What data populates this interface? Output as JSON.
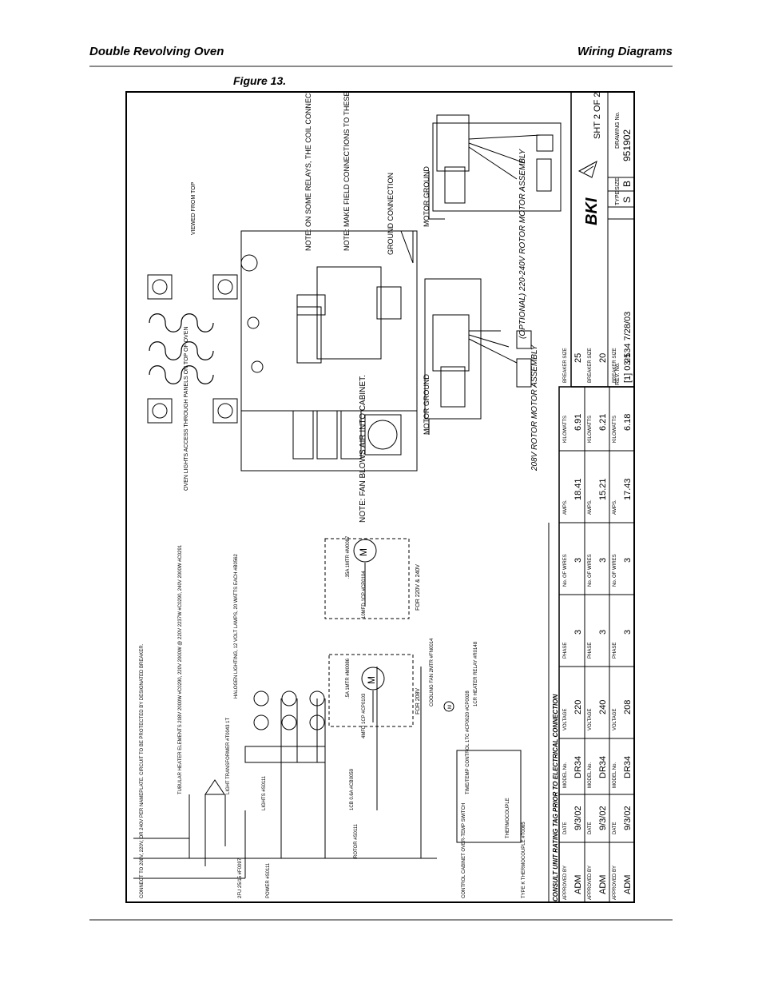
{
  "header": {
    "left_title": "Double Revolving Oven",
    "right_title": "Wiring Diagrams"
  },
  "figure": {
    "caption": "Figure 13."
  },
  "title_block": {
    "sheet": "SHT 2 OF 2",
    "brand": "BKI",
    "type_label": "TYPE",
    "size_label": "SIZE",
    "drawing_label": "DRAWING No.",
    "type_value": "S",
    "size_value": "B",
    "drawing_value": "951902",
    "rev_label": "REV. No.",
    "rev_value": "[1] 03-134 7/28/03"
  },
  "rating_table": {
    "title": "CONSULT UNIT RATING TAG PRIOR TO ELECTRICAL CONNECTION",
    "headers": [
      "APPROVED BY",
      "DATE",
      "MODEL No.",
      "VOLTAGE",
      "PHASE",
      "No. OF WIRES",
      "AMPS.",
      "KILOWATTS",
      "BREAKER SIZE"
    ],
    "rows": [
      [
        "ADM",
        "9/3/02",
        "DR34",
        "220",
        "3",
        "3",
        "18.41",
        "6.91",
        "25"
      ],
      [
        "ADM",
        "9/3/02",
        "DR34",
        "240",
        "3",
        "3",
        "15.21",
        "6.21",
        "20"
      ],
      [
        "ADM",
        "9/3/02",
        "DR34",
        "208",
        "3",
        "3",
        "17.43",
        "6.18",
        "25"
      ]
    ]
  },
  "notes": {
    "connect": "CONNECT TO 208V, 220V, OR 240V PER NAMEPLATE. CIRCUIT TO BE PROTECTED BY DESIGNATED BREAKER.",
    "relays": "NOTE: ON SOME RELAYS, THE COIL CONNECTION MAY BE LOCATED AT THE BOTTOM.",
    "field": "NOTE: MAKE FIELD CONNECTIONS TO THESE TERMINALS.",
    "ground": "GROUND CONNECTION",
    "viewed": "VIEWED FROM TOP",
    "fan": "NOTE: FAN BLOWS AIR INTO CABINET.",
    "oven_lights": "OVEN LIGHTS ACCESS THROUGH PANELS ON TOP OF OVEN"
  },
  "assemblies": {
    "optional": "(OPTIONAL) 220-240V ROTOR MOTOR ASSEMBLY",
    "std": "208V ROTOR MOTOR ASSEMBLY",
    "motor_ground": "MOTOR GROUND"
  },
  "labels": {
    "heaters": "TUBULAR HEATER ELEMENTS 208V 2000W #C0290, 220V 2000W @ 220V 2237W #C0290, 240V 2000W #C0291",
    "halogen": "HALOGEN LIGHTING, 12 VOLT LAMPS, 20 WATTS EACH #B0562",
    "transformer": "LIGHT TRANSFORMER #T0043 1T",
    "cooling_fan": "COOLING FAN 2MTR #FN0014",
    "heater_relay": "1CR HEATER RELAY #R0148",
    "temp_control": "TIME/TEMP CONTROL 1TC #CP0020 #CP0028",
    "thermocouple": "THERMOCOUPLE",
    "type_k": "TYPE K THERMOCOUPLE #T0065",
    "control_switch": "CONTROL CABINET OVER-TEMP SWITCH",
    "power": "POWER #S0111",
    "lights_sw": "LIGHTS #S0111",
    "rotor": "ROTOR #S0111",
    "fuse": "2FU 25/15 #F0097",
    "mtr_208": ".5A 1MTR #M0086",
    "mtr_240": ".35A 1MTR #M0087",
    "cap_208": "4MFD 1CP #CP0103",
    "cap_240": "10MFD 1CP #CP0104",
    "for_208": "FOR 208V",
    "for_240": "FOR 220V & 240V",
    "cb": "1CB 0.6A #CB0059"
  }
}
